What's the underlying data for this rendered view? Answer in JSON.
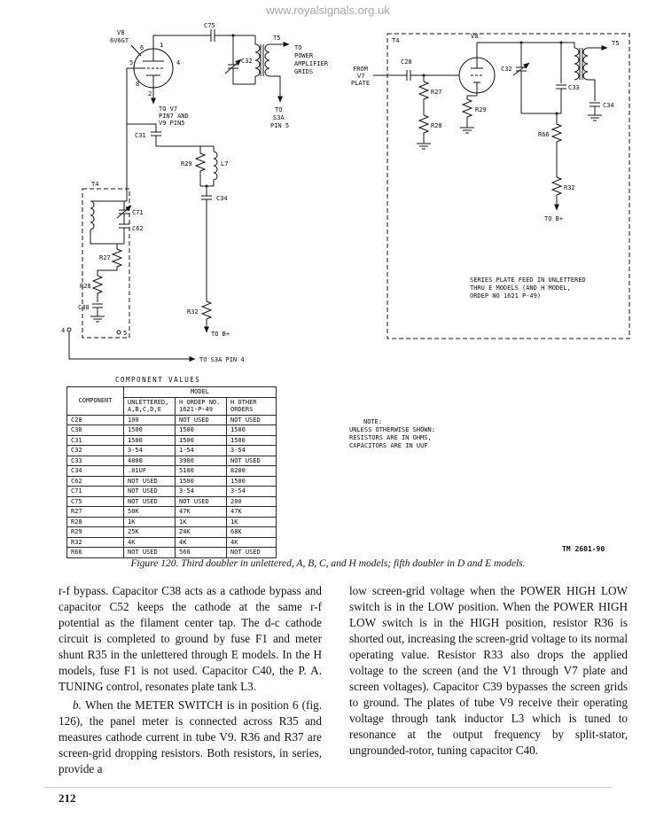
{
  "watermark": "www.royalsignals.org.uk",
  "page_number": "212",
  "tm_number": "TM 2601-90",
  "figure_caption": "Figure 120.  Third doubler in unlettered, A, B, C, and H models; fifth doubler in D and E models.",
  "note": {
    "title": "NOTE:",
    "line1": "UNLESS OTHERWISE SHOWN:",
    "line2": "RESISTORS ARE IN OHMS,",
    "line3": "CAPACITORS ARE IN UUF"
  },
  "left_schematic": {
    "v8": "V8",
    "v8_type": "6V6GT",
    "c75": "C75",
    "t5": "T5",
    "c32": "C32",
    "c31": "C31",
    "r29": "R29",
    "l7": "L7",
    "c34": "C34",
    "t4": "T4",
    "c71": "C71",
    "c62": "C62",
    "r27": "R27",
    "r28": "R28",
    "c30": "C30",
    "r32": "R32",
    "to_b": "TO B+",
    "to_s3a4": "TO S3A PIN 4",
    "to_power": [
      "TO",
      "POWER",
      "AMPLIFIER",
      "GRIDS"
    ],
    "to_s3a5": [
      "TO",
      "S3A",
      "PIN 5"
    ],
    "to_v7": [
      "TO V7",
      "PIN7 AND",
      "V9 PIN5"
    ],
    "pins": [
      "5",
      "6",
      "1",
      "4",
      "8",
      "2"
    ],
    "t4_pins": [
      "4",
      "5"
    ]
  },
  "right_schematic": {
    "t4": "T4",
    "v8": "V8",
    "from_v7": [
      "FROM",
      "V7",
      "PLATE"
    ],
    "c28": "C28",
    "r27": "R27",
    "r28": "R28",
    "r29": "R29",
    "c32": "C32",
    "c33": "C33",
    "t5": "T5",
    "c34": "C34",
    "r66": "R66",
    "r32": "R32",
    "to_b": "TO B+",
    "note": [
      "SERIES PLATE FEED IN UNLETTERED",
      "THRU E MODELS (AND H MODEL,",
      "ORDEP NO 1621  P-49)"
    ]
  },
  "component_table": {
    "title": "COMPONENT VALUES",
    "component_header": "COMPONENT",
    "model_header": "MODEL",
    "sub_headers": [
      [
        "UNLETTERED,",
        "A,B,C,D,E"
      ],
      [
        "H  ORDEP  NO.",
        "1621-P-49"
      ],
      [
        "H  OTHER",
        "ORDERS"
      ]
    ],
    "rows": [
      [
        "C28",
        "100",
        "NOT USED",
        "NOT USED"
      ],
      [
        "C30",
        "1500",
        "1500",
        "1500"
      ],
      [
        "C31",
        "1500",
        "1500",
        "1500"
      ],
      [
        "C32",
        "3-54",
        "1-54",
        "3-54"
      ],
      [
        "C33",
        "4000",
        "3900",
        "NOT USED"
      ],
      [
        "C34",
        ".01UF",
        "5100",
        "8200"
      ],
      [
        "C62",
        "NOT USED",
        "1500",
        "1500"
      ],
      [
        "C71",
        "NOT USED",
        "3-54",
        "3-54"
      ],
      [
        "C75",
        "NOT USED",
        "NOT USED",
        "200"
      ],
      [
        "R27",
        "50K",
        "47K",
        "47K"
      ],
      [
        "R28",
        "1K",
        "1K",
        "1K"
      ],
      [
        "R29",
        "25K",
        "24K",
        "68K"
      ],
      [
        "R32",
        "4K",
        "4K",
        "4K"
      ],
      [
        "R66",
        "NOT USED",
        "560",
        "NOT USED"
      ]
    ]
  },
  "body": {
    "left_para1": "r-f bypass. Capacitor C38 acts as a cathode bypass and capacitor C52 keeps the cathode at the same r-f potential as the filament center tap. The d-c cathode circuit is completed to ground by fuse F1 and meter shunt R35 in the unlettered through E models. In the H models, fuse F1 is not used. Capacitor C40, the P. A. TUNING control, resonates plate tank L3.",
    "left_para2_lead": "b.",
    "left_para2_rest": "When the METER SWITCH is in position 6 (fig. 126), the panel meter is connected across R35 and measures cathode current in tube V9. R36 and R37 are screen-grid dropping resistors. Both resistors, in series, provide a",
    "right_para1": "low screen-grid voltage when the POWER HIGH LOW switch is in the LOW position. When the POWER HIGH LOW switch is in the HIGH position, resistor R36 is shorted out, increasing the screen-grid voltage to its normal operating value. Resistor R33 also drops the applied voltage to the screen (and the V1 through V7 plate and screen voltages). Capacitor C39 bypasses the screen grids to ground. The plates of tube V9 receive their operating voltage through tank inductor L3 which is tuned to resonance at the output frequency by split-stator, ungrounded-rotor, tuning capacitor C40."
  }
}
